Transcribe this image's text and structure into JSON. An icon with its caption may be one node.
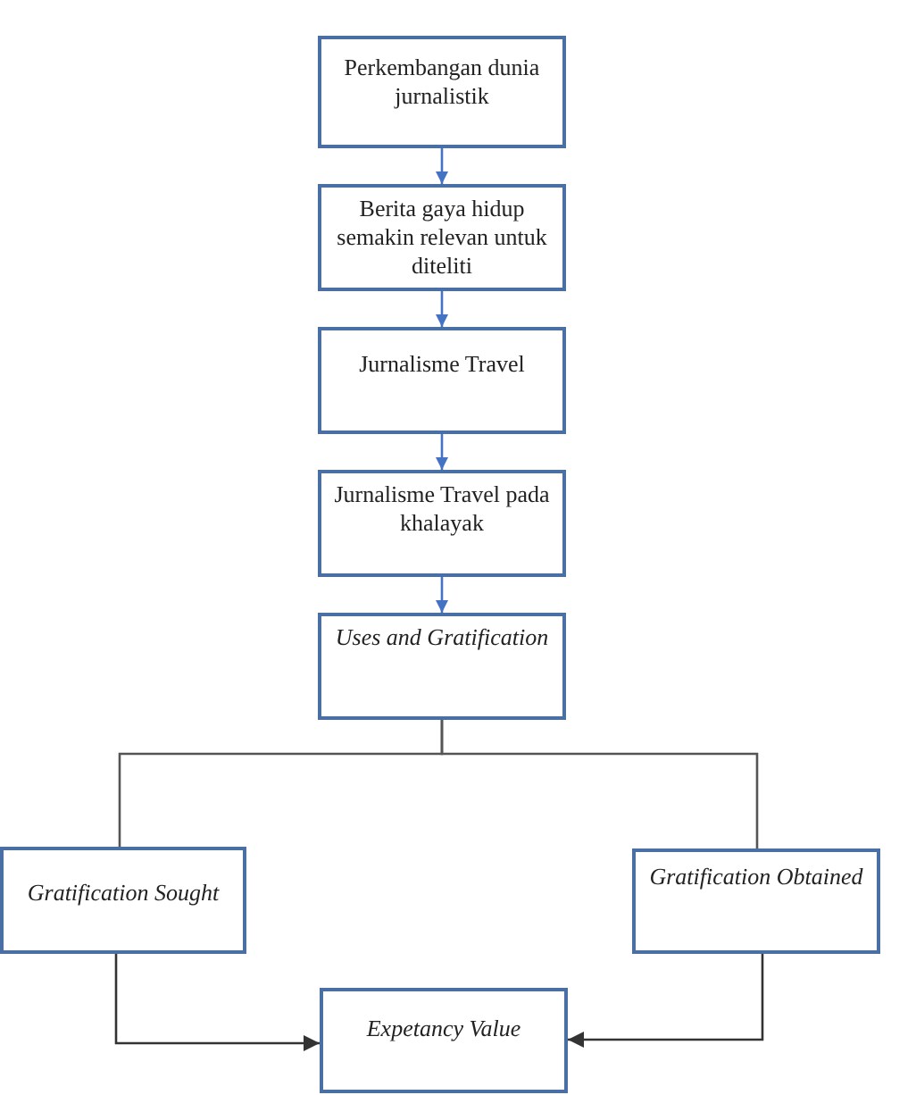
{
  "diagram": {
    "nodes": [
      {
        "text": [
          "Perkembangan dunia jurnalistik"
        ]
      },
      {
        "text": [
          "Berita gaya hidup semakin relevan untuk diteliti"
        ]
      },
      {
        "text": [
          "Jurnalisme Travel"
        ]
      },
      {
        "text": [
          "Jurnalisme Travel pada khalayak"
        ]
      },
      {
        "text": [
          "Uses and Gratification"
        ]
      },
      {
        "text": [
          "Gratification Sought"
        ]
      },
      {
        "text": [
          "Gratification Obtained"
        ]
      },
      {
        "text": [
          "Expetancy Value"
        ]
      }
    ],
    "edges": [
      {
        "from": 0,
        "to": 1,
        "arrow": "to",
        "color": "#4472c4"
      },
      {
        "from": 1,
        "to": 2,
        "arrow": "to",
        "color": "#4472c4"
      },
      {
        "from": 2,
        "to": 3,
        "arrow": "to",
        "color": "#4472c4"
      },
      {
        "from": 3,
        "to": 4,
        "arrow": "to",
        "color": "#4472c4"
      },
      {
        "from": 4,
        "to": 5,
        "arrow": "none",
        "color": "#555555"
      },
      {
        "from": 4,
        "to": 6,
        "arrow": "none",
        "color": "#555555"
      },
      {
        "from": 5,
        "to": 7,
        "arrow": "to",
        "color": "#333333"
      },
      {
        "from": 6,
        "to": 7,
        "arrow": "to",
        "color": "#333333"
      }
    ]
  }
}
